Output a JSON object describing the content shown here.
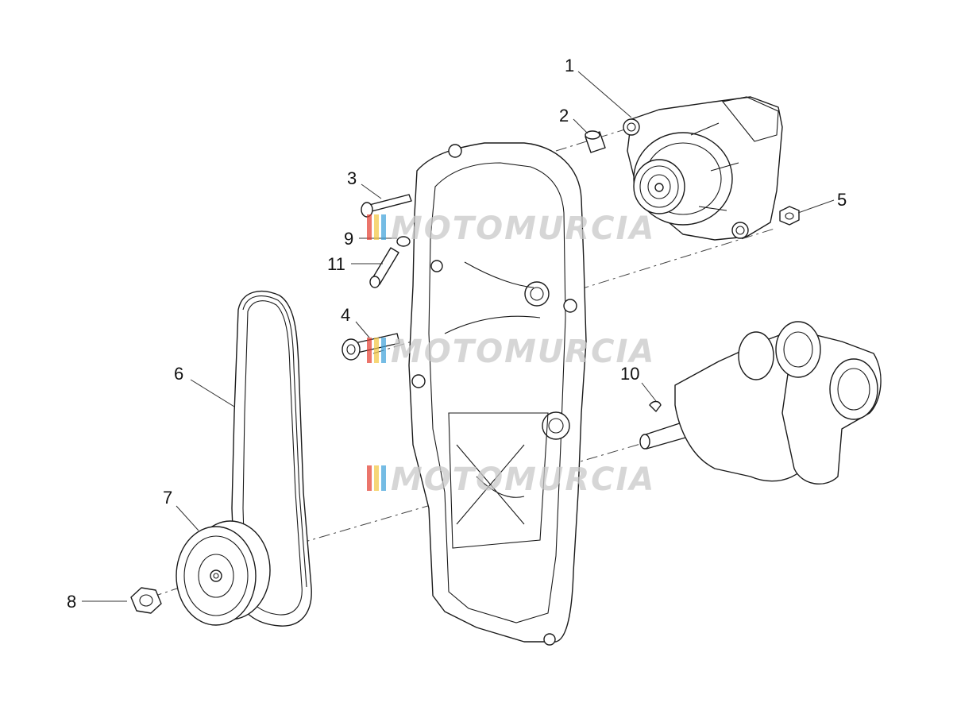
{
  "callouts": {
    "c1": "1",
    "c2": "2",
    "c3": "3",
    "c4": "4",
    "c5": "5",
    "c6": "6",
    "c7": "7",
    "c8": "8",
    "c9": "9",
    "c10": "10",
    "c11": "11"
  },
  "watermark": "MOTOMURCIA",
  "watermark_colors": [
    "#e23a2c",
    "#f2c53d",
    "#3aa0d8"
  ]
}
